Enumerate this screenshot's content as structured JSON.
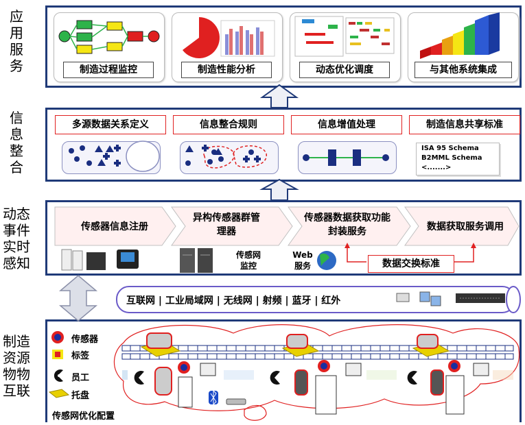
{
  "layers": {
    "app": {
      "side_label": "应用服务",
      "cards": [
        "制造过程监控",
        "制造性能分析",
        "动态优化调度",
        "与其他系统集成"
      ]
    },
    "info": {
      "side_label": "信息整合",
      "boxes": [
        "多源数据关系定义",
        "信息整合规则",
        "信息增值处理",
        "制造信息共享标准"
      ],
      "schema_lines": [
        "ISA 95  Schema",
        "B2MML Schema",
        "<.......>"
      ]
    },
    "sense": {
      "side_label": "动态事件实时感知",
      "steps": [
        "传感器信息注册",
        "异构传感器群管理器",
        "传感器数据获取功能封装服务",
        "数据获取服务调用"
      ],
      "sensor_net_label": "传感网监控",
      "web_label": "Web服务",
      "exchange_label": "数据交换标准"
    },
    "network": {
      "label": "互联网 | 工业局域网 | 无线网 | 射频 | 蓝牙 | 红外"
    },
    "physical": {
      "side_label": "制造资源物物互联",
      "legend": [
        "传感器",
        "标签",
        "员工",
        "托盘"
      ],
      "footer": "传感网优化配置"
    }
  },
  "colors": {
    "frame": "#1f3a78",
    "accent_red": "#e02020",
    "arrow": "#d8dce8"
  }
}
